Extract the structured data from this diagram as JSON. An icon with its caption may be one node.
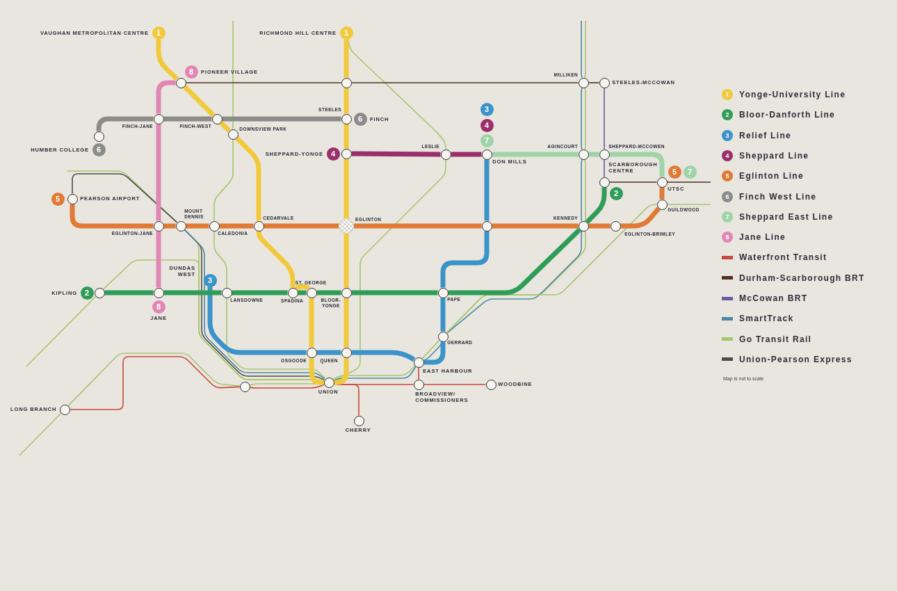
{
  "diagram": {
    "nodes": [
      {
        "text": [
          "1"
        ],
        "beside": [
          "VAUGHAN METROPOLITAN CENTRE"
        ]
      },
      {
        "text": [
          "1"
        ],
        "beside": [
          "RICHMOND HILL CENTRE"
        ]
      },
      {
        "text": [
          "8"
        ],
        "beside": [
          "PIONEER VILLAGE"
        ]
      },
      {
        "text": [],
        "shape": "circle"
      },
      {
        "text": [],
        "shape": "circle"
      },
      {
        "text": [],
        "shape": "circle",
        "beside": [
          "MILLIKEN"
        ]
      },
      {
        "text": [],
        "shape": "circle",
        "beside": [
          "STEELES-MCCOWAN"
        ]
      },
      {
        "text": [],
        "shape": "circle",
        "beside": [
          "FINCH-JANE"
        ]
      },
      {
        "text": [],
        "shape": "circle",
        "beside": [
          "FINCH-WEST"
        ]
      },
      {
        "text": [],
        "shape": "circle",
        "beside": [
          "STEELES"
        ]
      },
      {
        "text": [
          "6"
        ],
        "beside": [
          "FINCH"
        ]
      },
      {
        "text": [],
        "shape": "circle"
      },
      {
        "text": [
          "6"
        ],
        "beside": [
          "HUMBER COLLEGE"
        ]
      },
      {
        "text": [],
        "shape": "circle",
        "beside": [
          "DOWNSVIEW PARK"
        ]
      },
      {
        "text": [
          "4"
        ],
        "beside": [
          "SHEPPARD-YONGE"
        ]
      },
      {
        "text": [],
        "shape": "circle"
      },
      {
        "text": [],
        "shape": "circle",
        "beside": [
          "LESLIE"
        ]
      },
      {
        "text": [
          "3"
        ]
      },
      {
        "text": [
          "4"
        ]
      },
      {
        "text": [
          "7"
        ]
      },
      {
        "text": [],
        "shape": "circle",
        "beside": [
          "DON MILLS"
        ]
      },
      {
        "text": [],
        "shape": "circle",
        "beside": [
          "AGINCOURT"
        ]
      },
      {
        "text": [],
        "shape": "circle",
        "beside": [
          "SHEPPARD-MCCOWEN"
        ]
      },
      {
        "text": [],
        "shape": "circle",
        "beside": [
          "SCARBOROUGH CENTRE"
        ]
      },
      {
        "text": [
          "5"
        ]
      },
      {
        "text": [
          "7"
        ]
      },
      {
        "text": [],
        "shape": "circle",
        "beside": [
          "UTSC"
        ]
      },
      {
        "text": [
          "2"
        ]
      },
      {
        "text": [],
        "shape": "circle",
        "beside": [
          "GUILDWOOD"
        ]
      },
      {
        "text": [
          "5"
        ]
      },
      {
        "text": [],
        "shape": "circle",
        "beside": [
          "PEARSON AIRPORT"
        ]
      },
      {
        "text": [],
        "shape": "circle",
        "beside": [
          "EGLINTON-JANE"
        ]
      },
      {
        "text": [],
        "shape": "circle",
        "beside": [
          "MOUNT DENNIS"
        ]
      },
      {
        "text": [],
        "shape": "circle",
        "beside": [
          "CALEDONIA"
        ]
      },
      {
        "text": [],
        "shape": "circle",
        "beside": [
          "CEDARVALE"
        ]
      },
      {
        "text": [],
        "shape": "circle",
        "beside": [
          "EGLINTON"
        ]
      },
      {
        "text": [],
        "shape": "circle"
      },
      {
        "text": [],
        "shape": "circle",
        "beside": [
          "KENNEDY"
        ]
      },
      {
        "text": [],
        "shape": "circle",
        "beside": [
          "EGLINTON-BRIMLEY"
        ]
      },
      {
        "text": [
          "2"
        ],
        "beside": [
          "KIPLING"
        ]
      },
      {
        "text": [],
        "shape": "circle"
      },
      {
        "text": [],
        "shape": "circle"
      },
      {
        "text": [
          "8"
        ],
        "beside": [
          "JANE"
        ]
      },
      {
        "text": [
          "3"
        ],
        "beside": [
          "DUNDAS WEST"
        ]
      },
      {
        "text": [],
        "shape": "circle",
        "beside": [
          "LANSDOWNE"
        ]
      },
      {
        "text": [],
        "shape": "circle",
        "beside": [
          "SPADINA"
        ]
      },
      {
        "text": [],
        "shape": "circle",
        "beside": [
          "ST. GEORGE"
        ]
      },
      {
        "text": [],
        "shape": "circle",
        "beside": [
          "BLOOR- YONGE"
        ]
      },
      {
        "text": [],
        "shape": "circle",
        "beside": [
          "PAPE"
        ]
      },
      {
        "text": [],
        "shape": "circle",
        "beside": [
          "GERRARD"
        ]
      },
      {
        "text": [],
        "shape": "circle",
        "beside": [
          "OSGOODE"
        ]
      },
      {
        "text": [],
        "shape": "circle",
        "beside": [
          "QUEEN"
        ]
      },
      {
        "text": [],
        "shape": "circle",
        "beside": [
          "EAST HARBOUR"
        ]
      },
      {
        "text": [],
        "shape": "circle"
      },
      {
        "text": [],
        "shape": "circle",
        "beside": [
          "UNION"
        ]
      },
      {
        "text": [],
        "shape": "circle",
        "beside": [
          "BROADVIEW/ COMMISSIONERS"
        ]
      },
      {
        "text": [],
        "shape": "circle",
        "beside": [
          "WOODBINE"
        ]
      },
      {
        "text": [],
        "shape": "circle",
        "beside": [
          "LONG BRANCH"
        ]
      },
      {
        "text": [],
        "shape": "circle",
        "beside": [
          "CHERRY"
        ]
      }
    ],
    "edges": [
      {
        "from": null,
        "to": 57,
        "arrow": "none"
      },
      {
        "from": 57,
        "to": 53,
        "arrow": "none"
      },
      {
        "from": 53,
        "to": 54,
        "arrow": "none"
      },
      {
        "from": null,
        "to": 40,
        "arrow": "none"
      },
      {
        "from": 40,
        "to": 54,
        "arrow": "none"
      },
      {
        "from": null,
        "to": 32,
        "arrow": "none"
      },
      {
        "from": 32,
        "to": 54,
        "arrow": "none"
      },
      {
        "from": null,
        "to": 13,
        "arrow": "none"
      },
      {
        "from": 13,
        "to": 33,
        "arrow": "none"
      },
      {
        "from": 33,
        "to": 44,
        "arrow": "none"
      },
      {
        "from": 44,
        "to": 54,
        "arrow": "none"
      },
      {
        "from": 1,
        "to": 16,
        "arrow": "none"
      },
      {
        "from": 16,
        "to": 54,
        "arrow": "none"
      },
      {
        "from": null,
        "to": 5,
        "arrow": "none"
      },
      {
        "from": 5,
        "to": 21,
        "arrow": "none"
      },
      {
        "from": 21,
        "to": 37,
        "arrow": "none"
      },
      {
        "from": 37,
        "to": 49,
        "arrow": "none"
      },
      {
        "from": 28,
        "to": null,
        "arrow": "none"
      },
      {
        "from": 28,
        "to": 49,
        "arrow": "none"
      },
      {
        "from": 49,
        "to": 52,
        "arrow": "none"
      },
      {
        "from": 52,
        "to": 54,
        "arrow": "none"
      },
      {
        "from": 30,
        "to": 32,
        "arrow": "none",
        "color": "#4e4c48"
      },
      {
        "from": 32,
        "to": 54,
        "arrow": "none",
        "color": "#4e4c48"
      },
      {
        "from": null,
        "to": 5,
        "arrow": "none",
        "color": "#4b89a4"
      },
      {
        "from": 5,
        "to": 21,
        "arrow": "none",
        "color": "#4b89a4"
      },
      {
        "from": 21,
        "to": 37,
        "arrow": "none",
        "color": "#4b89a4"
      },
      {
        "from": 37,
        "to": 49,
        "arrow": "none",
        "color": "#4b89a4"
      },
      {
        "from": 49,
        "to": 52,
        "arrow": "none",
        "color": "#4b89a4"
      },
      {
        "from": 52,
        "to": 54,
        "arrow": "none",
        "color": "#4b89a4"
      },
      {
        "from": 54,
        "to": 32,
        "arrow": "none",
        "color": "#4b89a4"
      },
      {
        "from": 3,
        "to": 4,
        "arrow": "none",
        "color": "#4a3224"
      },
      {
        "from": 4,
        "to": 5,
        "arrow": "none",
        "color": "#4a3224"
      },
      {
        "from": 5,
        "to": 6,
        "arrow": "none",
        "color": "#4a3224"
      },
      {
        "from": 23,
        "to": 26,
        "arrow": "none",
        "color": "#4a3224"
      },
      {
        "from": 26,
        "to": null,
        "arrow": "none",
        "color": "#4a3224"
      },
      {
        "from": 6,
        "to": 22,
        "arrow": "none",
        "color": "#6b5aa0"
      },
      {
        "from": 22,
        "to": 23,
        "arrow": "none",
        "color": "#6b5aa0"
      },
      {
        "from": 57,
        "to": 53,
        "arrow": "none",
        "color": "#c9473e"
      },
      {
        "from": 53,
        "to": 54,
        "arrow": "none",
        "color": "#c9473e"
      },
      {
        "from": 54,
        "to": 55,
        "arrow": "none",
        "color": "#c9473e"
      },
      {
        "from": 54,
        "to": 58,
        "arrow": "none",
        "color": "#c9473e"
      },
      {
        "from": 52,
        "to": 55,
        "arrow": "none",
        "color": "#c9473e"
      },
      {
        "from": 55,
        "to": 56,
        "arrow": "none",
        "color": "#c9473e"
      },
      {
        "from": 43,
        "to": 50,
        "arrow": "none",
        "color": "#3a93c9"
      },
      {
        "from": 50,
        "to": 51,
        "arrow": "none",
        "color": "#3a93c9"
      },
      {
        "from": 51,
        "to": 52,
        "arrow": "none",
        "color": "#3a93c9"
      },
      {
        "from": 52,
        "to": 49,
        "arrow": "none",
        "color": "#3a93c9"
      },
      {
        "from": 49,
        "to": 48,
        "arrow": "none",
        "color": "#3a93c9"
      },
      {
        "from": 48,
        "to": 36,
        "arrow": "none",
        "color": "#3a93c9"
      },
      {
        "from": 36,
        "to": 20,
        "arrow": "none",
        "color": "#3a93c9"
      },
      {
        "from": 30,
        "to": 31,
        "arrow": "none",
        "color": "#e07a36"
      },
      {
        "from": 31,
        "to": 32,
        "arrow": "none",
        "color": "#e07a36"
      },
      {
        "from": 32,
        "to": 33,
        "arrow": "none",
        "color": "#e07a36"
      },
      {
        "from": 33,
        "to": 34,
        "arrow": "none",
        "color": "#e07a36"
      },
      {
        "from": 34,
        "to": 35,
        "arrow": "none",
        "color": "#e07a36"
      },
      {
        "from": 35,
        "to": 36,
        "arrow": "none",
        "color": "#e07a36"
      },
      {
        "from": 36,
        "to": 37,
        "arrow": "none",
        "color": "#e07a36"
      },
      {
        "from": 37,
        "to": 38,
        "arrow": "none",
        "color": "#e07a36"
      },
      {
        "from": 38,
        "to": 28,
        "arrow": "none",
        "color": "#e07a36"
      },
      {
        "from": 28,
        "to": 26,
        "arrow": "none",
        "color": "#e07a36"
      },
      {
        "from": 41,
        "to": 31,
        "arrow": "none",
        "color": "#e286b6"
      },
      {
        "from": 31,
        "to": 7,
        "arrow": "none",
        "color": "#e286b6"
      },
      {
        "from": 7,
        "to": 3,
        "arrow": "none",
        "color": "#e286b6"
      },
      {
        "from": 11,
        "to": 7,
        "arrow": "none",
        "color": "#8b8b89"
      },
      {
        "from": 7,
        "to": 8,
        "arrow": "none",
        "color": "#8b8b89"
      },
      {
        "from": 8,
        "to": 9,
        "arrow": "none",
        "color": "#8b8b89"
      },
      {
        "from": 15,
        "to": 16,
        "arrow": "none",
        "color": "#9a2f6b"
      },
      {
        "from": 16,
        "to": 20,
        "arrow": "none",
        "color": "#9a2f6b"
      },
      {
        "from": 20,
        "to": 21,
        "arrow": "none",
        "color": "#9fd3a8"
      },
      {
        "from": 21,
        "to": 22,
        "arrow": "none",
        "color": "#9fd3a8"
      },
      {
        "from": 22,
        "to": 26,
        "arrow": "none",
        "color": "#9fd3a8"
      },
      {
        "from": 40,
        "to": 41,
        "arrow": "none",
        "color": "#2f9d58"
      },
      {
        "from": 41,
        "to": 44,
        "arrow": "none",
        "color": "#2f9d58"
      },
      {
        "from": 44,
        "to": 45,
        "arrow": "none",
        "color": "#2f9d58"
      },
      {
        "from": 45,
        "to": 46,
        "arrow": "none",
        "color": "#2f9d58"
      },
      {
        "from": 46,
        "to": 47,
        "arrow": "none",
        "color": "#2f9d58"
      },
      {
        "from": 47,
        "to": 48,
        "arrow": "none",
        "color": "#2f9d58"
      },
      {
        "from": 48,
        "to": 37,
        "arrow": "none",
        "color": "#2f9d58"
      },
      {
        "from": 37,
        "to": 23,
        "arrow": "none",
        "color": "#2f9d58"
      },
      {
        "from": 0,
        "to": 3,
        "arrow": "none",
        "color": "#f2c93b"
      },
      {
        "from": 3,
        "to": 8,
        "arrow": "none",
        "color": "#f2c93b"
      },
      {
        "from": 8,
        "to": 13,
        "arrow": "none",
        "color": "#f2c93b"
      },
      {
        "from": 13,
        "to": 34,
        "arrow": "none",
        "color": "#f2c93b"
      },
      {
        "from": 34,
        "to": 45,
        "arrow": "none",
        "color": "#f2c93b"
      },
      {
        "from": 45,
        "to": 46,
        "arrow": "none",
        "color": "#f2c93b"
      },
      {
        "from": 46,
        "to": 50,
        "arrow": "none",
        "color": "#f2c93b"
      },
      {
        "from": 50,
        "to": 54,
        "arrow": "none",
        "color": "#f2c93b"
      },
      {
        "from": 54,
        "to": 51,
        "arrow": "none",
        "color": "#f2c93b"
      },
      {
        "from": 51,
        "to": 47,
        "arrow": "none",
        "color": "#f2c93b"
      },
      {
        "from": 47,
        "to": 35,
        "arrow": "none",
        "color": "#f2c93b"
      },
      {
        "from": 35,
        "to": 15,
        "arrow": "none",
        "color": "#f2c93b"
      },
      {
        "from": 15,
        "to": 9,
        "arrow": "none",
        "color": "#f2c93b"
      },
      {
        "from": 9,
        "to": 4,
        "arrow": "none",
        "color": "#f2c93b"
      },
      {
        "from": 4,
        "to": 1,
        "arrow": "none",
        "color": "#f2c93b"
      }
    ],
    "labels": [
      "1",
      "2",
      "3",
      "4",
      "5",
      "6",
      "7",
      "8",
      "Map is not to scale"
    ],
    "legend": [
      {
        "text": "Yonge-University Line",
        "color": "#f2c93b"
      },
      {
        "text": "Bloor-Danforth Line",
        "color": "#2f9d58"
      },
      {
        "text": "Relief Line",
        "color": "#3a93c9"
      },
      {
        "text": "Sheppard Line",
        "color": "#9a2f6b"
      },
      {
        "text": "Eglinton Line",
        "color": "#e07a36"
      },
      {
        "text": "Finch West Line",
        "color": "#8b8b89"
      },
      {
        "text": "Sheppard East Line",
        "color": "#9fd3a8"
      },
      {
        "text": "Jane Line",
        "color": "#e286b6"
      },
      {
        "text": "Waterfront Transit",
        "color": "#c9473e"
      },
      {
        "text": "Durham-Scarborough BRT",
        "color": "#4a3224"
      },
      {
        "text": "McCowan BRT",
        "color": "#6b5aa0"
      },
      {
        "text": "SmartTrack",
        "color": "#4b89a4"
      },
      {
        "text": "Go Transit Rail",
        "color": "#a6c56c"
      },
      {
        "text": "Union-Pearson Express",
        "color": "#4e4c48"
      }
    ]
  }
}
